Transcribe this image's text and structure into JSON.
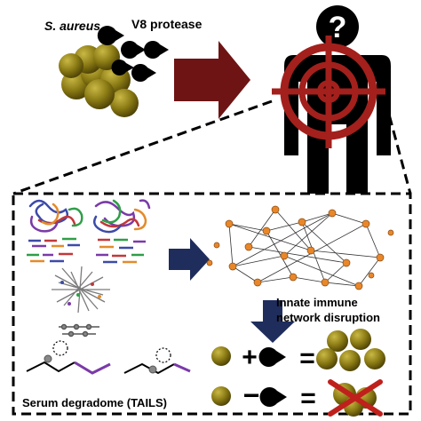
{
  "labels": {
    "organism": "S. aureus",
    "protease": "V8 protease",
    "innate_line1": "Innate immune",
    "innate_line2": "network disruption",
    "degradome": "Serum degradome (TAILS)"
  },
  "symbols": {
    "question_mark": "?",
    "plus": "+",
    "minus": "−",
    "equals": "="
  },
  "icons": [
    "bacteria-cluster-icon",
    "pacman-protease-icon",
    "person-silhouette-icon",
    "target-crosshair-icon",
    "protein-tangle-icon",
    "peptide-fragment-icon",
    "network-graph-icon",
    "down-arrow-icon",
    "right-arrow-icon",
    "cross-out-icon"
  ],
  "colors": {
    "bacteria": "#8a7a14",
    "arrow_dark_red": "#6e1414",
    "target_red": "#a3201c",
    "person": "#000000",
    "navy_arrow": "#1f2d5c",
    "network_node": "#e8872a"
  }
}
